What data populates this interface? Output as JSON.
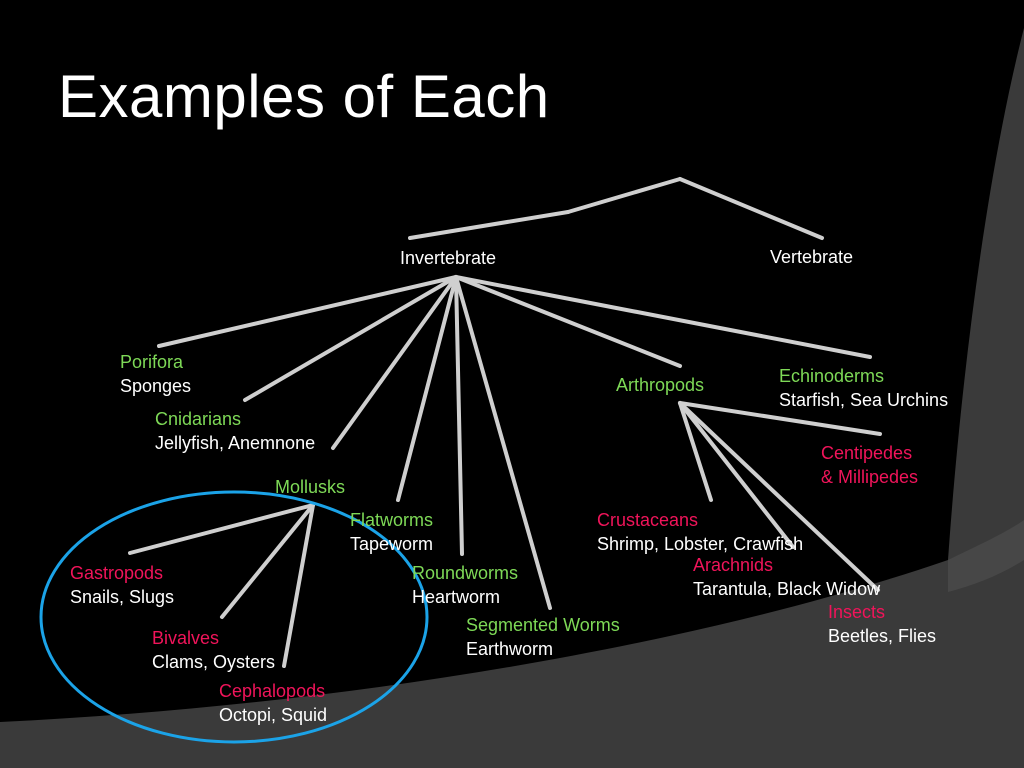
{
  "slide": {
    "title": "Examples of Each"
  },
  "colors": {
    "background_dark": "#000000",
    "background_swoosh": "#3a3a3a",
    "category_green": "#7ed957",
    "category_pink": "#f0145a",
    "text_white": "#ffffff",
    "lines": "#cfcfcf",
    "highlight_ellipse": "#1ba3e8"
  },
  "nodes": {
    "invertebrate": "Invertebrate",
    "vertebrate": "Vertebrate",
    "porifora": {
      "name": "Porifora",
      "example": "Sponges"
    },
    "cnidarians": {
      "name": "Cnidarians",
      "example": "Jellyfish, Anemnone"
    },
    "mollusks": {
      "name": "Mollusks"
    },
    "flatworms": {
      "name": "Flatworms",
      "example": "Tapeworm"
    },
    "roundworms": {
      "name": "Roundworms",
      "example": "Heartworm"
    },
    "segmented": {
      "name": "Segmented Worms",
      "example": "Earthworm"
    },
    "arthropods": {
      "name": "Arthropods"
    },
    "echinoderms": {
      "name": "Echinoderms",
      "example": "Starfish, Sea Urchins"
    },
    "gastropods": {
      "name": "Gastropods",
      "example": "Snails, Slugs"
    },
    "bivalves": {
      "name": "Bivalves",
      "example": "Clams, Oysters"
    },
    "cephalopods": {
      "name": "Cephalopods",
      "example": "Octopi, Squid"
    },
    "crustaceans": {
      "name": "Crustaceans",
      "example": "Shrimp, Lobster, Crawfish"
    },
    "arachnids": {
      "name": "Arachnids",
      "example": "Tarantula, Black Widow"
    },
    "centipedes": {
      "name_line1": "Centipedes",
      "name_line2": "& Millipedes"
    },
    "insects": {
      "name": "Insects",
      "example": "Beetles, Flies"
    }
  }
}
